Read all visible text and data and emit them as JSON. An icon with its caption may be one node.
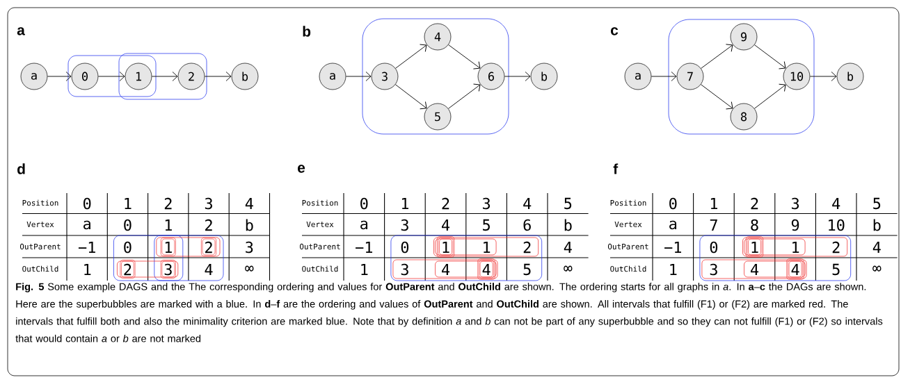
{
  "diagram": {
    "caption": "**Fig. 5** Some example DAGS and the The corresponding ordering and values for **OutParent**  and **OutChild**  are shown. The ordering starts for all graphs in *a*. In **a**–**c** the DAGs are shown. Here are the superbubbles are marked with a blue. In **d**–**f** are the ordering and values of **OutParent** and **OutChild** are shown. All intervals that fulfill (F1) or (F2) are marked red. The intervals that fulfill both and also the minimality criterion are marked blue. Note that by definition *a* and *b* can not be part of any superbubble and so they can not fulfill (F1) or (F2) so intervals that would contain *a* or *b* are not marked",
    "nodes": [
      {
        "text": [
          "a"
        ]
      },
      {
        "text": [
          "0"
        ]
      },
      {
        "text": [
          "1"
        ]
      },
      {
        "text": [
          "2"
        ]
      },
      {
        "text": [
          "b"
        ]
      },
      {
        "text": [
          "a"
        ]
      },
      {
        "text": [
          "3"
        ]
      },
      {
        "text": [
          "4"
        ]
      },
      {
        "text": [
          "5"
        ]
      },
      {
        "text": [
          "6"
        ]
      },
      {
        "text": [
          "b"
        ]
      },
      {
        "text": [
          "a"
        ]
      },
      {
        "text": [
          "7"
        ]
      },
      {
        "text": [
          "9"
        ]
      },
      {
        "text": [
          "8"
        ]
      },
      {
        "text": [
          "10"
        ]
      },
      {
        "text": [
          "b"
        ]
      }
    ],
    "edges": [
      {
        "from": 0,
        "to": 1,
        "arrow": "to"
      },
      {
        "from": 1,
        "to": 2,
        "arrow": "to"
      },
      {
        "from": 2,
        "to": 3,
        "arrow": "to"
      },
      {
        "from": 3,
        "to": 4,
        "arrow": "to"
      },
      {
        "from": 5,
        "to": 6,
        "arrow": "to"
      },
      {
        "from": 6,
        "to": 7,
        "arrow": "to"
      },
      {
        "from": 6,
        "to": 8,
        "arrow": "to"
      },
      {
        "from": 7,
        "to": 9,
        "arrow": "to"
      },
      {
        "from": 8,
        "to": 9,
        "arrow": "to"
      },
      {
        "from": 9,
        "to": 10,
        "arrow": "to"
      },
      {
        "from": 11,
        "to": 12,
        "arrow": "to"
      },
      {
        "from": 12,
        "to": 13,
        "arrow": "to"
      },
      {
        "from": 12,
        "to": 14,
        "arrow": "to"
      },
      {
        "from": 13,
        "to": 15,
        "arrow": "to"
      },
      {
        "from": 14,
        "to": 15,
        "arrow": "to"
      },
      {
        "from": 15,
        "to": 16,
        "arrow": "to"
      }
    ],
    "labels": [
      "a",
      "b",
      "c",
      "d",
      "Position",
      "0",
      "1",
      "2",
      "3",
      "4",
      "Vertex",
      "a",
      "0",
      "1",
      "2",
      "b",
      "OutParent",
      "−1",
      "0",
      "1",
      "2",
      "3",
      "OutChild",
      "1",
      "2",
      "3",
      "4",
      "∞",
      "e",
      "Position",
      "0",
      "1",
      "2",
      "3",
      "4",
      "5",
      "Vertex",
      "a",
      "3",
      "4",
      "5",
      "6",
      "b",
      "OutParent",
      "−1",
      "0",
      "1",
      "1",
      "2",
      "4",
      "OutChild",
      "1",
      "3",
      "4",
      "4",
      "5",
      "∞",
      "f",
      "Position",
      "0",
      "1",
      "2",
      "3",
      "4",
      "5",
      "Vertex",
      "a",
      "7",
      "8",
      "9",
      "10",
      "b",
      "OutParent",
      "−1",
      "0",
      "1",
      "1",
      "2",
      "4",
      "OutChild",
      "1",
      "3",
      "4",
      "4",
      "5",
      "∞"
    ]
  }
}
